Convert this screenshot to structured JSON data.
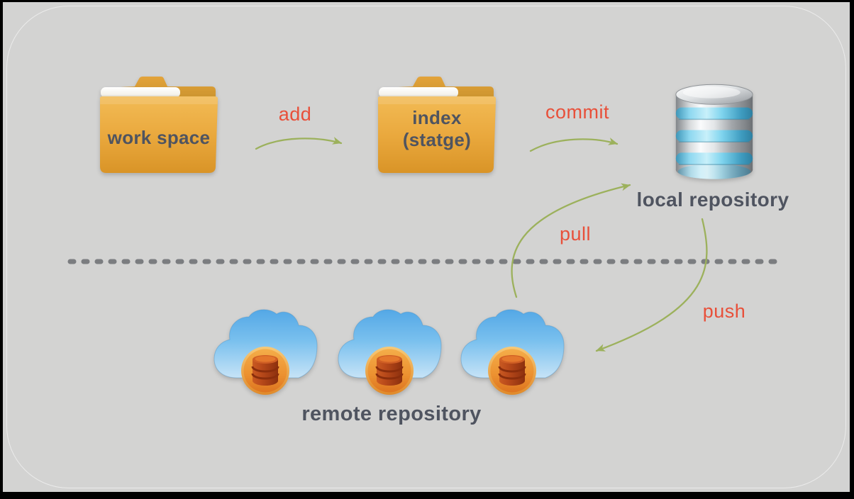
{
  "nodes": {
    "workspace": {
      "label": "work space",
      "icon": "folder-icon"
    },
    "index": {
      "line1": "index",
      "line2": "(statge)",
      "icon": "folder-icon"
    },
    "local_repository": {
      "label": "local repository",
      "icon": "database-icon"
    },
    "remote_repository": {
      "label": "remote repository",
      "icon": "cloud-database-icon",
      "cloud_count": 3
    }
  },
  "actions": {
    "add": {
      "label": "add"
    },
    "commit": {
      "label": "commit"
    },
    "pull": {
      "label": "pull"
    },
    "push": {
      "label": "push"
    }
  },
  "divider": {
    "style": "dashed",
    "separates": [
      "local",
      "remote"
    ]
  },
  "colors": {
    "background": "#d3d3d2",
    "frame_border": "#000000",
    "action_label": "#e8503a",
    "arrow": "#9cb15c",
    "node_label": "#4f5460",
    "divider": "#7b7d80",
    "folder_body": "#eeae45",
    "cloud_blue": "#64b2e8",
    "db_circle_orange": "#f09a38",
    "db_glyph_red": "#a83c12",
    "database_cyan": "#6fd0ec",
    "database_chrome": "#c6cacd"
  }
}
